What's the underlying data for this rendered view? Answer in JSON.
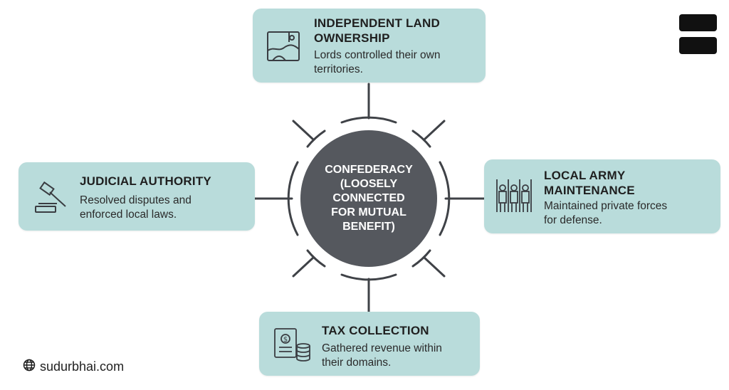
{
  "center": {
    "label": "CONFEDERACY\n(LOOSELY\nCONNECTED\nFOR MUTUAL\nBENEFIT)"
  },
  "cards": {
    "top": {
      "title": "INDEPENDENT LAND\nOWNERSHIP",
      "desc": "Lords controlled their own\nterritories.",
      "icon": "map-icon"
    },
    "left": {
      "title": "JUDICIAL AUTHORITY",
      "desc": "Resolved disputes and\nenforced local laws.",
      "icon": "gavel-icon"
    },
    "right": {
      "title": "LOCAL ARMY\nMAINTENANCE",
      "desc": "Maintained private forces\nfor defense.",
      "icon": "soldiers-icon"
    },
    "bottom": {
      "title": "TAX COLLECTION",
      "desc": "Gathered revenue within\ntheir domains.",
      "icon": "money-icon"
    }
  },
  "footer": {
    "site": "sudurbhai.com",
    "icon": "globe-icon"
  },
  "colors": {
    "card_bg": "#b9dcdb",
    "center_bg": "#55585e",
    "line": "#3f4247"
  }
}
